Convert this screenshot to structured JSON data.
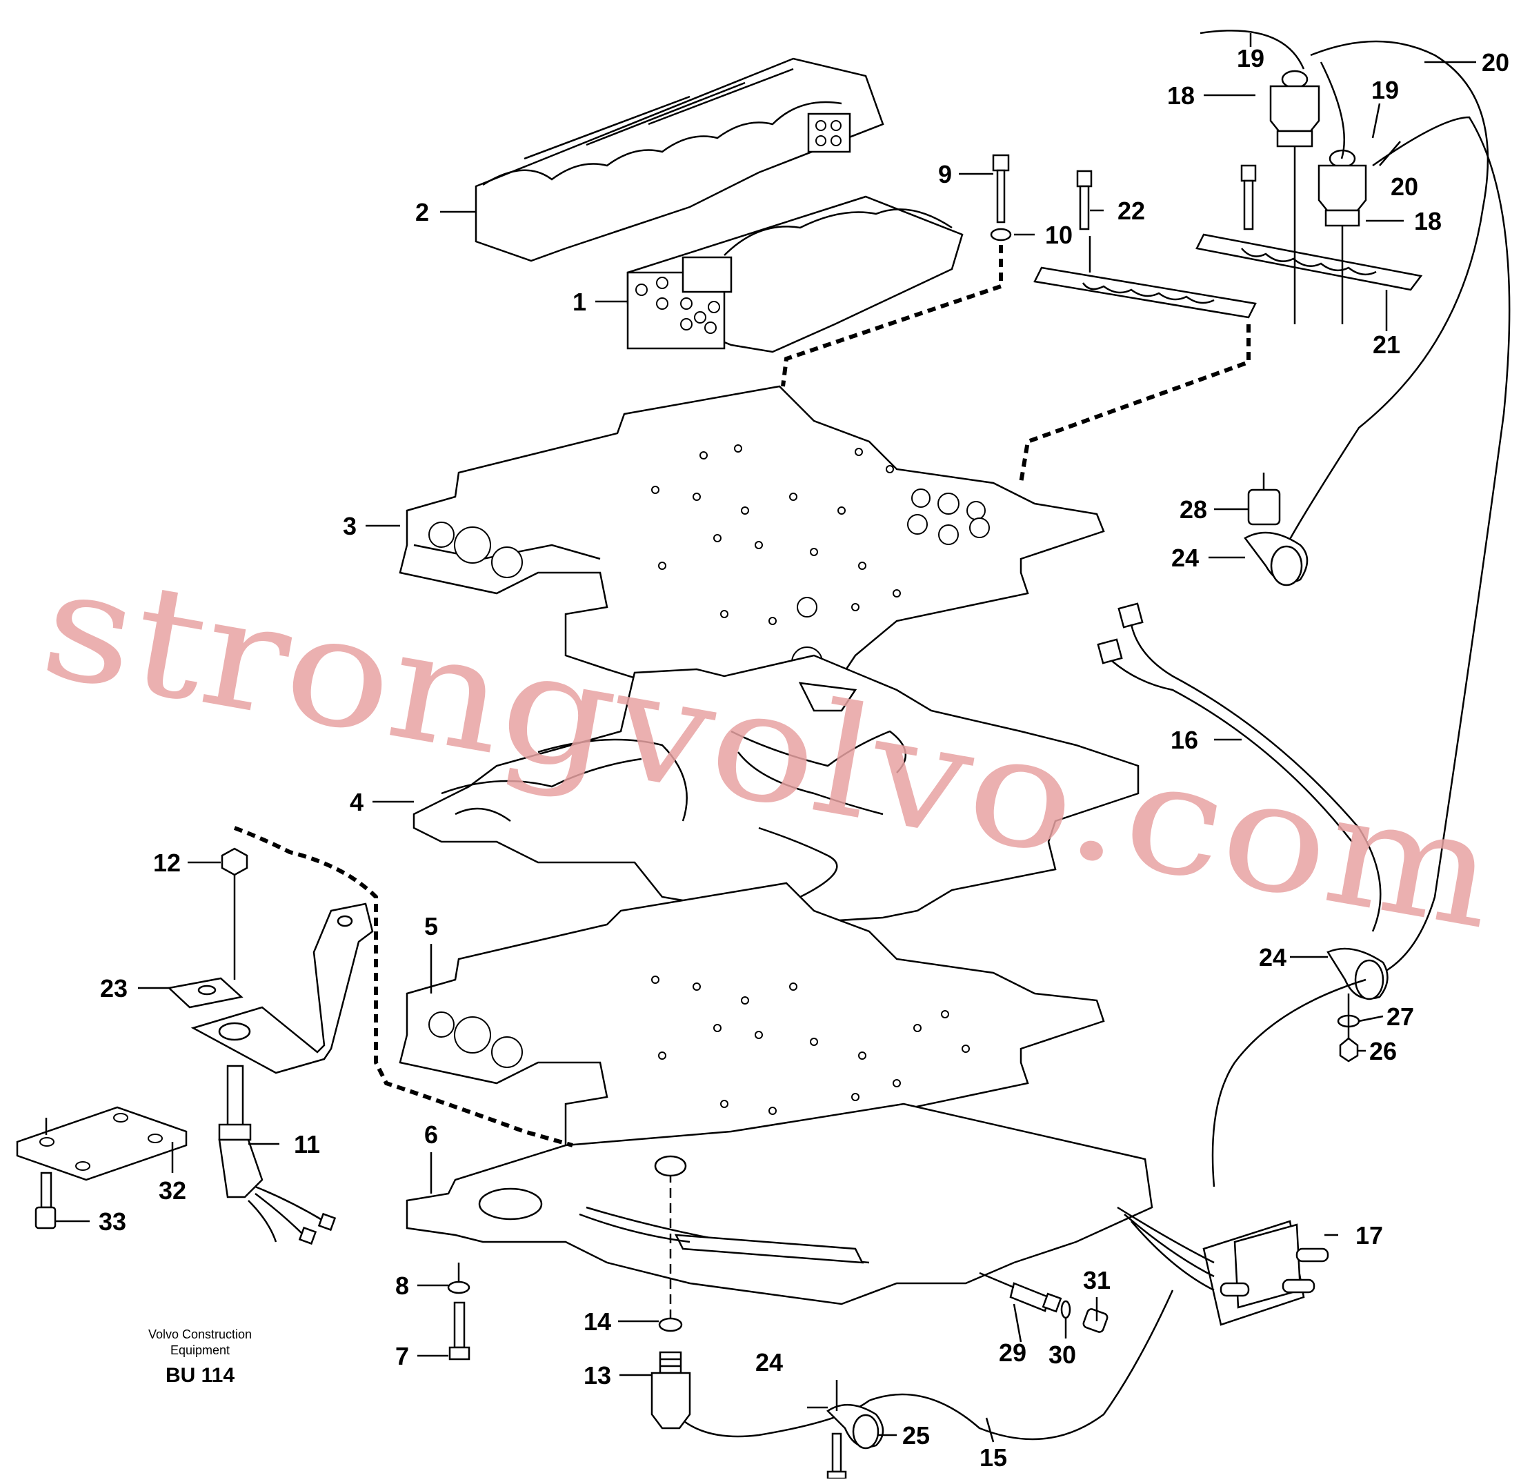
{
  "watermark": "strongvolvo.com",
  "credit": {
    "line1": "Volvo Construction",
    "line2": "Equipment",
    "code": "BU 114"
  },
  "callouts": [
    {
      "id": "c1",
      "label": "1"
    },
    {
      "id": "c2",
      "label": "2"
    },
    {
      "id": "c3",
      "label": "3"
    },
    {
      "id": "c4",
      "label": "4"
    },
    {
      "id": "c5",
      "label": "5"
    },
    {
      "id": "c6",
      "label": "6"
    },
    {
      "id": "c7",
      "label": "7"
    },
    {
      "id": "c8",
      "label": "8"
    },
    {
      "id": "c9",
      "label": "9"
    },
    {
      "id": "c10",
      "label": "10"
    },
    {
      "id": "c11",
      "label": "11"
    },
    {
      "id": "c12",
      "label": "12"
    },
    {
      "id": "c13",
      "label": "13"
    },
    {
      "id": "c14",
      "label": "14"
    },
    {
      "id": "c15",
      "label": "15"
    },
    {
      "id": "c16",
      "label": "16"
    },
    {
      "id": "c17",
      "label": "17"
    },
    {
      "id": "c18a",
      "label": "18"
    },
    {
      "id": "c18b",
      "label": "18"
    },
    {
      "id": "c19a",
      "label": "19"
    },
    {
      "id": "c19b",
      "label": "19"
    },
    {
      "id": "c20a",
      "label": "20"
    },
    {
      "id": "c20b",
      "label": "20"
    },
    {
      "id": "c21",
      "label": "21"
    },
    {
      "id": "c22",
      "label": "22"
    },
    {
      "id": "c23",
      "label": "23"
    },
    {
      "id": "c24a",
      "label": "24"
    },
    {
      "id": "c24b",
      "label": "24"
    },
    {
      "id": "c24c",
      "label": "24"
    },
    {
      "id": "c25",
      "label": "25"
    },
    {
      "id": "c26",
      "label": "26"
    },
    {
      "id": "c27",
      "label": "27"
    },
    {
      "id": "c28",
      "label": "28"
    },
    {
      "id": "c29",
      "label": "29"
    },
    {
      "id": "c30",
      "label": "30"
    },
    {
      "id": "c31",
      "label": "31"
    },
    {
      "id": "c32",
      "label": "32"
    },
    {
      "id": "c33",
      "label": "33"
    }
  ]
}
